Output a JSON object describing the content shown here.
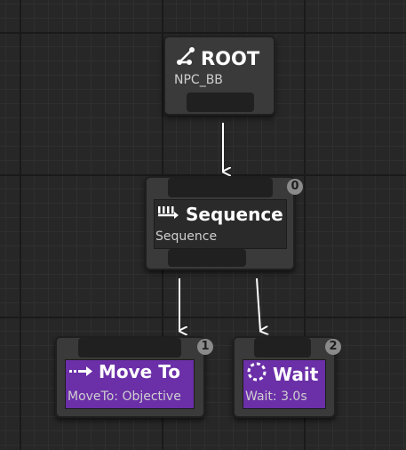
{
  "nodes": {
    "root": {
      "title": "ROOT",
      "subtitle": "NPC_BB",
      "icon": "root-branch-icon"
    },
    "sequence": {
      "title": "Sequence",
      "subtitle": "Sequence",
      "index": "0",
      "icon": "sequence-icon"
    },
    "move_to": {
      "title": "Move To",
      "subtitle": "MoveTo: Objective",
      "index": "1",
      "icon": "move-arrow-icon"
    },
    "wait": {
      "title": "Wait",
      "subtitle": "Wait: 3.0s",
      "index": "2",
      "icon": "wait-dashed-circle-icon"
    }
  },
  "colors": {
    "task_panel": "#6b2fa8",
    "node_body": "#3a3a3a",
    "badge": "#8a8a8a",
    "wire": "#ffffff"
  }
}
